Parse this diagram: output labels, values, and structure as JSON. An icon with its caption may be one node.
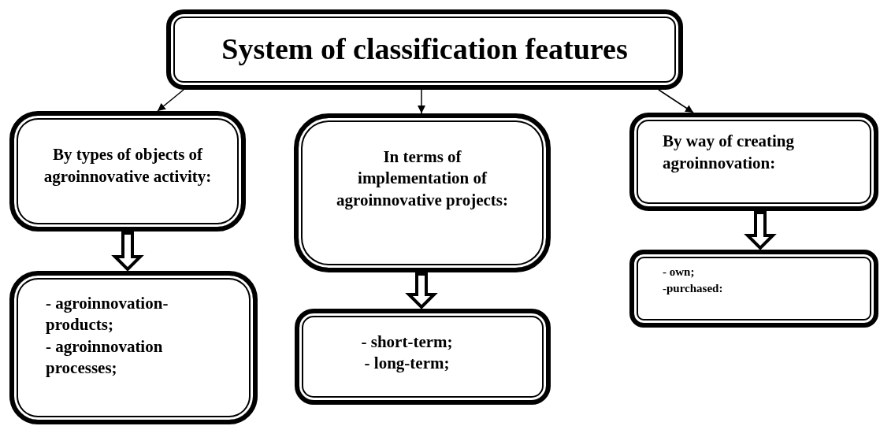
{
  "diagram": {
    "nodes": [
      {
        "text": [
          "System of classification features"
        ]
      },
      {
        "text": [
          "By types of objects of agroinnovative activity:"
        ]
      },
      {
        "text": [
          "In terms of implementation of agroinnovative projects:"
        ]
      },
      {
        "text": [
          "By way of creating agroinnovation:"
        ]
      },
      {
        "text": [
          "- agroinnovation-products;",
          "- agroinnovation processes;"
        ]
      },
      {
        "text": [
          "- short-term;",
          "- long-term;"
        ]
      },
      {
        "text": [
          "- own;",
          "-purchased:"
        ]
      }
    ],
    "edges": [
      {
        "from": 0,
        "to": 1,
        "arrow": "to"
      },
      {
        "from": 0,
        "to": 2,
        "arrow": "to"
      },
      {
        "from": 0,
        "to": 3,
        "arrow": "to"
      },
      {
        "from": 1,
        "to": 4,
        "arrow": "to",
        "style": "thick"
      },
      {
        "from": 2,
        "to": 5,
        "arrow": "to",
        "style": "thick"
      },
      {
        "from": 3,
        "to": 6,
        "arrow": "to",
        "style": "thick"
      }
    ]
  }
}
